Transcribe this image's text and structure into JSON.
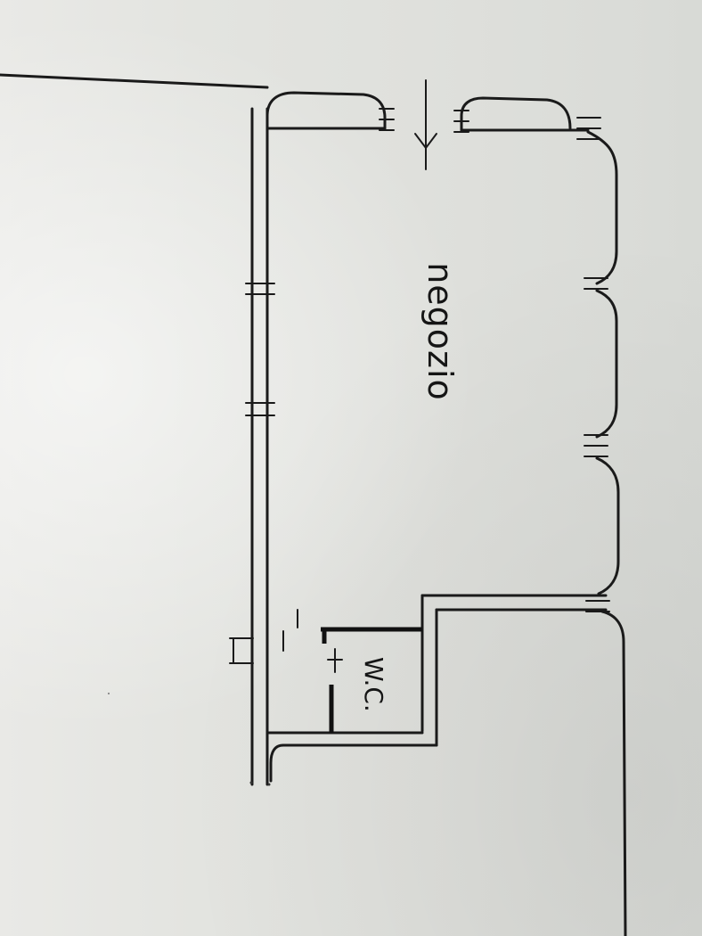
{
  "plan": {
    "rooms": [
      {
        "id": "shop",
        "label": "negozio"
      },
      {
        "id": "wc",
        "label": "W.C."
      }
    ],
    "entrance_arrow_icon": "down-arrow-icon"
  }
}
